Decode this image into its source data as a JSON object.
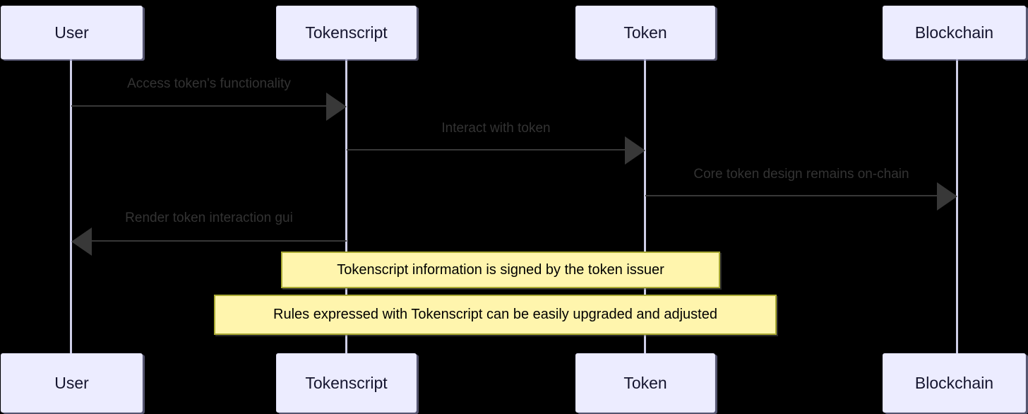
{
  "diagram": {
    "type": "sequence-diagram",
    "participants": [
      {
        "id": "user",
        "label": "User"
      },
      {
        "id": "tokenscript",
        "label": "Tokenscript"
      },
      {
        "id": "token",
        "label": "Token"
      },
      {
        "id": "blockchain",
        "label": "Blockchain"
      }
    ],
    "messages": [
      {
        "from": "user",
        "to": "tokenscript",
        "direction": "right",
        "label": "Access token's functionality"
      },
      {
        "from": "tokenscript",
        "to": "token",
        "direction": "right",
        "label": "Interact with token"
      },
      {
        "from": "token",
        "to": "blockchain",
        "direction": "right",
        "label": "Core token design remains on-chain"
      },
      {
        "from": "tokenscript",
        "to": "user",
        "direction": "left",
        "label": "Render token interaction gui"
      }
    ],
    "notes": [
      {
        "over": "tokenscript,token",
        "label": "Tokenscript information is signed by the token issuer"
      },
      {
        "over": "tokenscript,token",
        "label": "Rules expressed with Tokenscript can be easily upgraded and adjusted"
      }
    ],
    "colors": {
      "background": "#000000",
      "actor_fill": "#ECECFF",
      "actor_border": "#e0e0f8",
      "actor_text": "#15152e",
      "lifeline": "#cfcfe8",
      "message_text": "#333333",
      "message_line": "#383838",
      "note_fill": "#fff5ad",
      "note_border": "#aaaa33",
      "note_text": "#000000"
    }
  }
}
